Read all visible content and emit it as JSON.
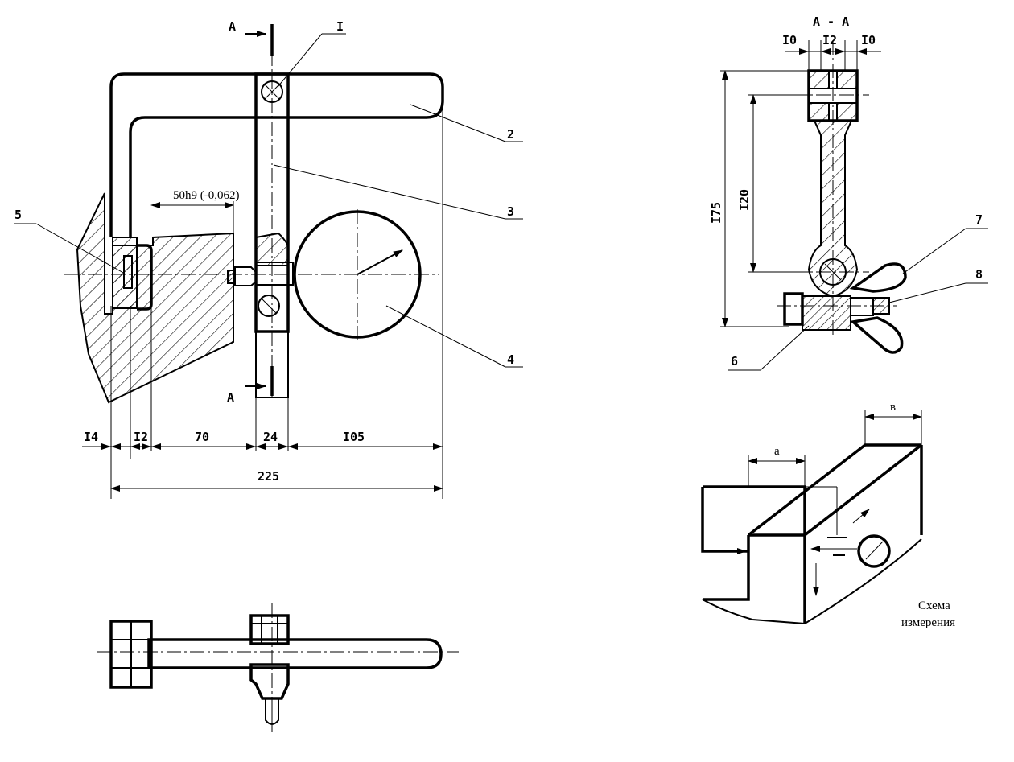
{
  "section_marker": "A",
  "section_title": "A - A",
  "callouts": {
    "c1": "I",
    "c2": "2",
    "c3": "3",
    "c4": "4",
    "c5": "5",
    "c6": "6",
    "c7": "7",
    "c8": "8"
  },
  "front_view": {
    "tolerance": "50h9 (-0,062)",
    "dim_14": "I4",
    "dim_12": "I2",
    "dim_70": "70",
    "dim_24": "24",
    "dim_105": "I05",
    "dim_225": "225"
  },
  "section_view": {
    "dim_10_left": "I0",
    "dim_12": "I2",
    "dim_10_right": "I0",
    "dim_175": "I75",
    "dim_120": "I20"
  },
  "scheme": {
    "dim_a": "a",
    "dim_b": "в",
    "caption_line1": "Схема",
    "caption_line2": "измерения"
  }
}
